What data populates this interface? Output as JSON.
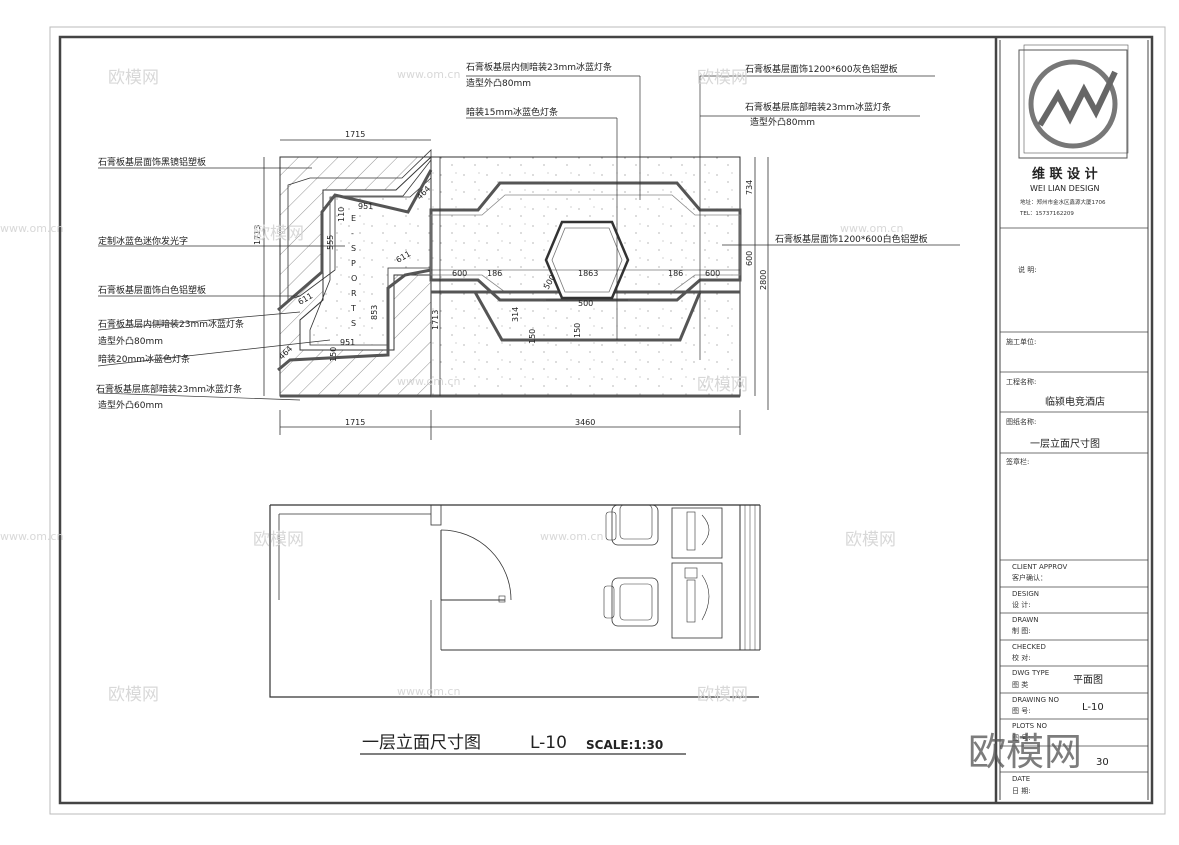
{
  "annotations": [
    "石膏板基层面饰黑镜铝塑板",
    "定制冰蓝色迷你发光字",
    "石膏板基层面饰白色铝塑板",
    "石膏板基层内侧暗装23mm冰蓝灯条",
    "造型外凸80mm",
    "暗装20mm冰蓝色灯条",
    "石膏板基层底部暗装23mm冰蓝灯条",
    "造型外凸60mm",
    "石膏板基层内侧暗装23mm冰蓝灯条",
    "造型外凸80mm",
    "暗装15mm冰蓝色灯条",
    "石膏板基层面饰1200*600灰色铝塑板",
    "石膏板基层底部暗装23mm冰蓝灯条",
    "造型外凸80mm",
    "石膏板基层面饰1200*600白色铝塑板"
  ],
  "dimensions": [
    "1715",
    "1713",
    "951",
    "464",
    "110",
    "555",
    "611",
    "611",
    "853",
    "951",
    "464",
    "150",
    "600",
    "186",
    "1863",
    "186",
    "600",
    "500",
    "500",
    "314",
    "150",
    "150",
    "734",
    "600",
    "2800",
    "1713",
    "1715",
    "3460"
  ],
  "sign_letters": [
    "E",
    "-",
    "S",
    "P",
    "O",
    "R",
    "T",
    "S"
  ],
  "drawing_title": "一层立面尺寸图",
  "drawing_code": "L-10",
  "scale_text": "SCALE:1:30",
  "title_block": {
    "company_cn": "维 联 设 计",
    "company_en": "WEI LIAN DESIGN",
    "address": "地址：郑州市金水区鑫源大厦1706",
    "tel": "TEL：15737162209",
    "fields": [
      "说 明:",
      "施工单位:",
      "工程名称:",
      "图纸名称:",
      "签章栏:",
      "CLIENT APPROV",
      "客户确认：",
      "DESIGN",
      "设 计:",
      "DRAWN",
      "制 图:",
      "CHECKED",
      "校 对:",
      "DWG TYPE",
      "图 类",
      "DRAWING NO",
      "图 号:",
      "PLOTS NO",
      "图 号:",
      "DATE",
      "日 期:"
    ],
    "project_name": "临颍电竞酒店",
    "sheet_name": "一层立面尺寸图",
    "dwg_type": "平面图",
    "drawing_no": "L-10",
    "plots_no": "30"
  },
  "watermark": {
    "logo_text": "欧模网",
    "url_text": "www.om.cn"
  },
  "colors": {
    "line": "#333333",
    "hatch": "#777777",
    "watermark": "#d4d4d4"
  }
}
